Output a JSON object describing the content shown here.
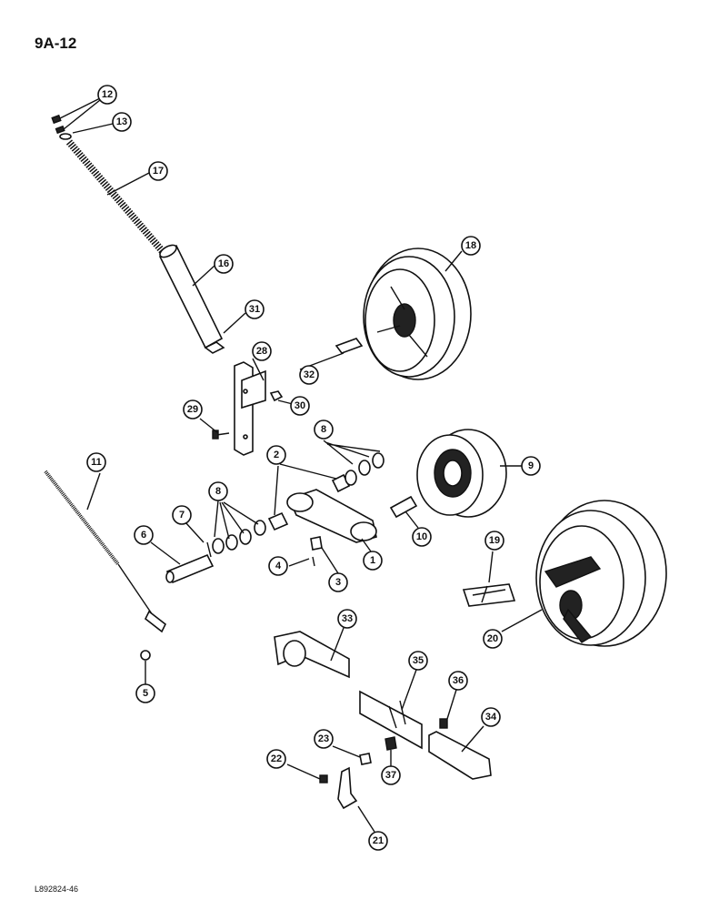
{
  "header": {
    "page_number": "9A-12"
  },
  "footer": {
    "drawing_code": "L892824-46"
  },
  "callouts": [
    "12",
    "13",
    "17",
    "16",
    "31",
    "18",
    "28",
    "32",
    "30",
    "29",
    "8",
    "2",
    "9",
    "11",
    "8",
    "7",
    "6",
    "10",
    "1",
    "4",
    "3",
    "19",
    "20",
    "33",
    "35",
    "36",
    "5",
    "34",
    "23",
    "37",
    "22",
    "21"
  ]
}
